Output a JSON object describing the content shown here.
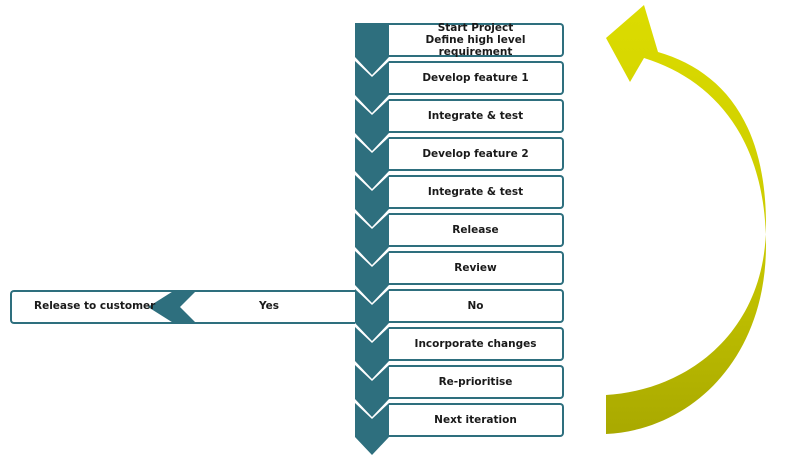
{
  "steps": [
    {
      "line1": "Start Project",
      "line2": "Define high level requirement"
    },
    {
      "line1": "Develop feature 1"
    },
    {
      "line1": "Integrate & test"
    },
    {
      "line1": "Develop feature 2"
    },
    {
      "line1": "Integrate & test"
    },
    {
      "line1": "Release"
    },
    {
      "line1": "Review"
    },
    {
      "line1": "No"
    },
    {
      "line1": "Incorporate changes"
    },
    {
      "line1": "Re-prioritise"
    },
    {
      "line1": "Next iteration"
    }
  ],
  "branch": {
    "yes_label": "Yes",
    "release_label": "Release to customer"
  },
  "colors": {
    "chevron": "#2e6f7e",
    "loop_arrow_top": "#d9d900",
    "loop_arrow_bottom": "#a8a800"
  }
}
